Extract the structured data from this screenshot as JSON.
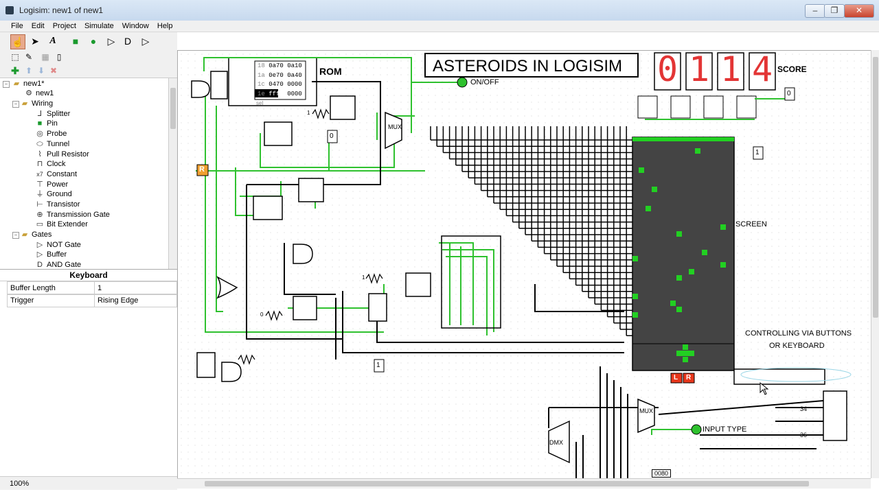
{
  "window": {
    "title": "Logisim: new1 of new1",
    "controls": [
      "‒",
      "❐",
      "✕"
    ]
  },
  "menu": [
    "File",
    "Edit",
    "Project",
    "Simulate",
    "Window",
    "Help"
  ],
  "explorer": {
    "items": [
      {
        "label": "new1*",
        "level": 0,
        "icon": "folder-icon"
      },
      {
        "label": "new1",
        "level": 1,
        "icon": "circuit-icon"
      },
      {
        "label": "Wiring",
        "level": 0,
        "icon": "folder-icon"
      },
      {
        "label": "Splitter",
        "level": 2,
        "icon": "splitter-icon"
      },
      {
        "label": "Pin",
        "level": 2,
        "icon": "pin-icon"
      },
      {
        "label": "Probe",
        "level": 2,
        "icon": "probe-icon"
      },
      {
        "label": "Tunnel",
        "level": 2,
        "icon": "tunnel-icon"
      },
      {
        "label": "Pull Resistor",
        "level": 2,
        "icon": "resistor-icon"
      },
      {
        "label": "Clock",
        "level": 2,
        "icon": "clock-icon"
      },
      {
        "label": "Constant",
        "level": 2,
        "icon": "constant-icon"
      },
      {
        "label": "Power",
        "level": 2,
        "icon": "power-icon"
      },
      {
        "label": "Ground",
        "level": 2,
        "icon": "ground-icon"
      },
      {
        "label": "Transistor",
        "level": 2,
        "icon": "transistor-icon"
      },
      {
        "label": "Transmission Gate",
        "level": 2,
        "icon": "transmission-gate-icon"
      },
      {
        "label": "Bit Extender",
        "level": 2,
        "icon": "bit-extender-icon"
      },
      {
        "label": "Gates",
        "level": 0,
        "icon": "folder-icon"
      },
      {
        "label": "NOT Gate",
        "level": 2,
        "icon": "not-gate-icon"
      },
      {
        "label": "Buffer",
        "level": 2,
        "icon": "buffer-icon"
      },
      {
        "label": "AND Gate",
        "level": 2,
        "icon": "and-gate-icon"
      }
    ]
  },
  "attributes": {
    "title": "Keyboard",
    "rows": [
      {
        "key": "Buffer Length",
        "value": "1"
      },
      {
        "key": "Trigger",
        "value": "Rising Edge"
      }
    ]
  },
  "status": {
    "zoom": "100%"
  },
  "canvas": {
    "title": "ASTEROIDS IN LOGISIM",
    "rom_label": "ROM",
    "rom_rows": [
      {
        "addr": "18",
        "a": "0a70",
        "b": "0a10"
      },
      {
        "addr": "1a",
        "a": "0e70",
        "b": "0a40"
      },
      {
        "addr": "1c",
        "a": "0470",
        "b": "0000"
      },
      {
        "addr": "1e",
        "a": "ffff",
        "b": "0000"
      }
    ],
    "rom_sel": "sel",
    "score_label": "SCORE",
    "score_digits": [
      "0",
      "1",
      "1",
      "4"
    ],
    "onoff_label": "ON/OFF",
    "screen_label": "SCREEN",
    "control_text_1": "CONTROLLING VIA BUTTONS",
    "control_text_2": "OR KEYBOARD",
    "input_type_label": "INPUT TYPE",
    "mux_label": "MUX",
    "dmx_label": "DMX",
    "reset_label": "R",
    "lr_left": "L",
    "lr_right": "R",
    "const_values": [
      "0",
      "1",
      "0",
      "1",
      "0",
      "1",
      "1"
    ],
    "num_34": "34",
    "num_36": "36",
    "hex_0080": "0080"
  }
}
